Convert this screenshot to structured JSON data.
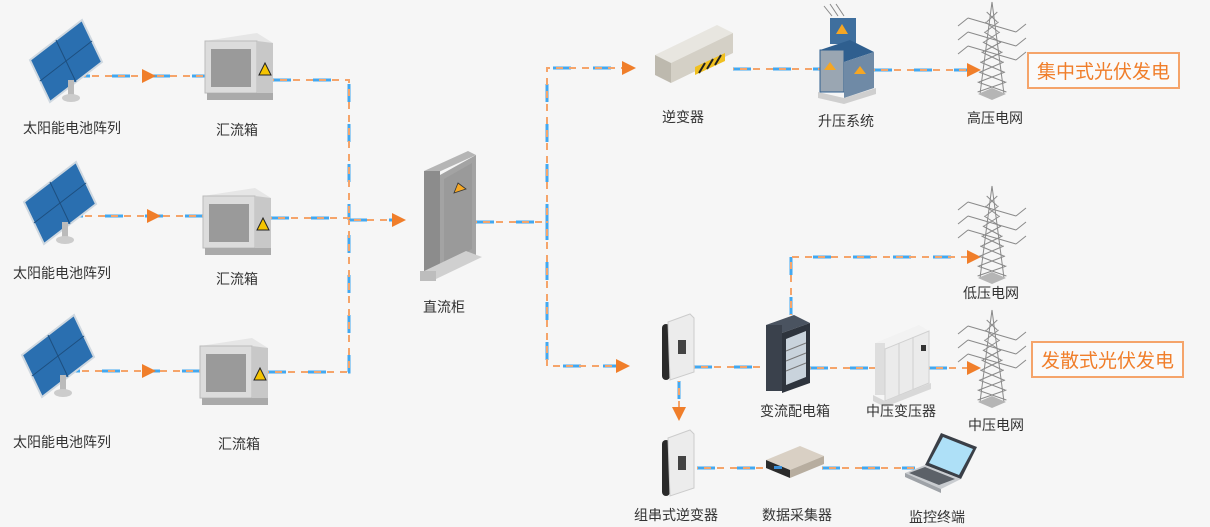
{
  "diagram": {
    "colors": {
      "blue": "#42a8f0",
      "orange": "#f5a46a",
      "arrow": "#f07e2a",
      "tag_text": "#f07e2a",
      "tag_border": "#f5a46a",
      "background": "#f6f6f6"
    },
    "nodes": {
      "solar1": {
        "label": "太阳能电池阵列",
        "icon": "solar-panel-icon"
      },
      "solar2": {
        "label": "太阳能电池阵列",
        "icon": "solar-panel-icon"
      },
      "solar3": {
        "label": "太阳能电池阵列",
        "icon": "solar-panel-icon"
      },
      "combiner1": {
        "label": "汇流箱",
        "icon": "combiner-box-icon"
      },
      "combiner2": {
        "label": "汇流箱",
        "icon": "combiner-box-icon"
      },
      "combiner3": {
        "label": "汇流箱",
        "icon": "combiner-box-icon"
      },
      "dc_cabinet": {
        "label": "直流柜",
        "icon": "dc-cabinet-icon"
      },
      "inverter": {
        "label": "逆变器",
        "icon": "inverter-icon"
      },
      "step_up": {
        "label": "升压系统",
        "icon": "step-up-transformer-icon"
      },
      "hv_grid": {
        "label": "高压电网",
        "icon": "power-tower-icon"
      },
      "string_inverter_top": {
        "label": "",
        "icon": "string-inverter-icon"
      },
      "ac_box": {
        "label": "变流配电箱",
        "icon": "distribution-cabinet-icon"
      },
      "mv_transformer": {
        "label": "中压变压器",
        "icon": "transformer-icon"
      },
      "lv_grid": {
        "label": "低压电网",
        "icon": "power-tower-icon"
      },
      "mv_grid": {
        "label": "中压电网",
        "icon": "power-tower-icon"
      },
      "string_inverter": {
        "label": "组串式逆变器",
        "icon": "string-inverter-icon"
      },
      "data_collector": {
        "label": "数据采集器",
        "icon": "data-collector-icon"
      },
      "monitor": {
        "label": "监控终端",
        "icon": "laptop-icon"
      }
    },
    "tags": {
      "centralized": "集中式光伏发电",
      "distributed": "发散式光伏发电"
    },
    "edges": [
      {
        "from": "solar1",
        "to": "combiner1"
      },
      {
        "from": "solar2",
        "to": "combiner2"
      },
      {
        "from": "solar3",
        "to": "combiner3"
      },
      {
        "from": "combiner1",
        "to": "dc_cabinet"
      },
      {
        "from": "combiner2",
        "to": "dc_cabinet"
      },
      {
        "from": "combiner3",
        "to": "dc_cabinet"
      },
      {
        "from": "dc_cabinet",
        "to": "inverter"
      },
      {
        "from": "inverter",
        "to": "step_up"
      },
      {
        "from": "step_up",
        "to": "hv_grid"
      },
      {
        "from": "dc_cabinet",
        "to": "string_inverter_top"
      },
      {
        "from": "string_inverter_top",
        "to": "ac_box"
      },
      {
        "from": "ac_box",
        "to": "lv_grid"
      },
      {
        "from": "ac_box",
        "to": "mv_transformer"
      },
      {
        "from": "mv_transformer",
        "to": "mv_grid"
      },
      {
        "from": "string_inverter_top",
        "to": "string_inverter"
      },
      {
        "from": "string_inverter",
        "to": "data_collector"
      },
      {
        "from": "data_collector",
        "to": "monitor"
      }
    ]
  }
}
